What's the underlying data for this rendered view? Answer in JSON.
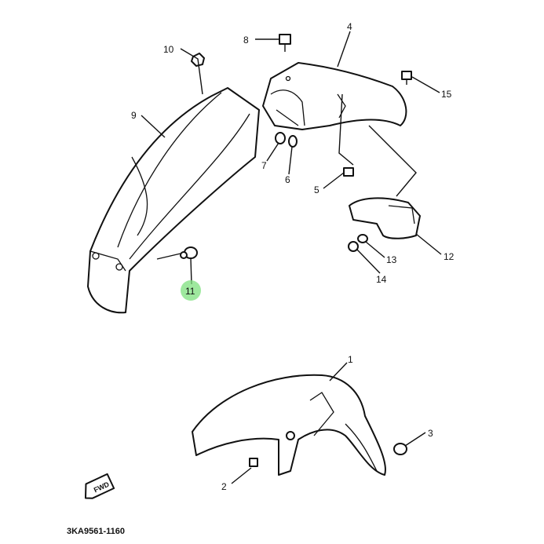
{
  "diagram": {
    "drawing_code": "3KA9561-1160",
    "fwd_marker": "FWD",
    "highlight_color": "#7ee07e",
    "callouts": [
      {
        "id": "1",
        "label": "1"
      },
      {
        "id": "2",
        "label": "2"
      },
      {
        "id": "3",
        "label": "3"
      },
      {
        "id": "4",
        "label": "4"
      },
      {
        "id": "5",
        "label": "5"
      },
      {
        "id": "6",
        "label": "6"
      },
      {
        "id": "7",
        "label": "7"
      },
      {
        "id": "8",
        "label": "8"
      },
      {
        "id": "9",
        "label": "9"
      },
      {
        "id": "10",
        "label": "10"
      },
      {
        "id": "11",
        "label": "11",
        "highlighted": true
      },
      {
        "id": "12",
        "label": "12"
      },
      {
        "id": "13",
        "label": "13"
      },
      {
        "id": "14",
        "label": "14"
      },
      {
        "id": "15",
        "label": "15"
      }
    ]
  }
}
